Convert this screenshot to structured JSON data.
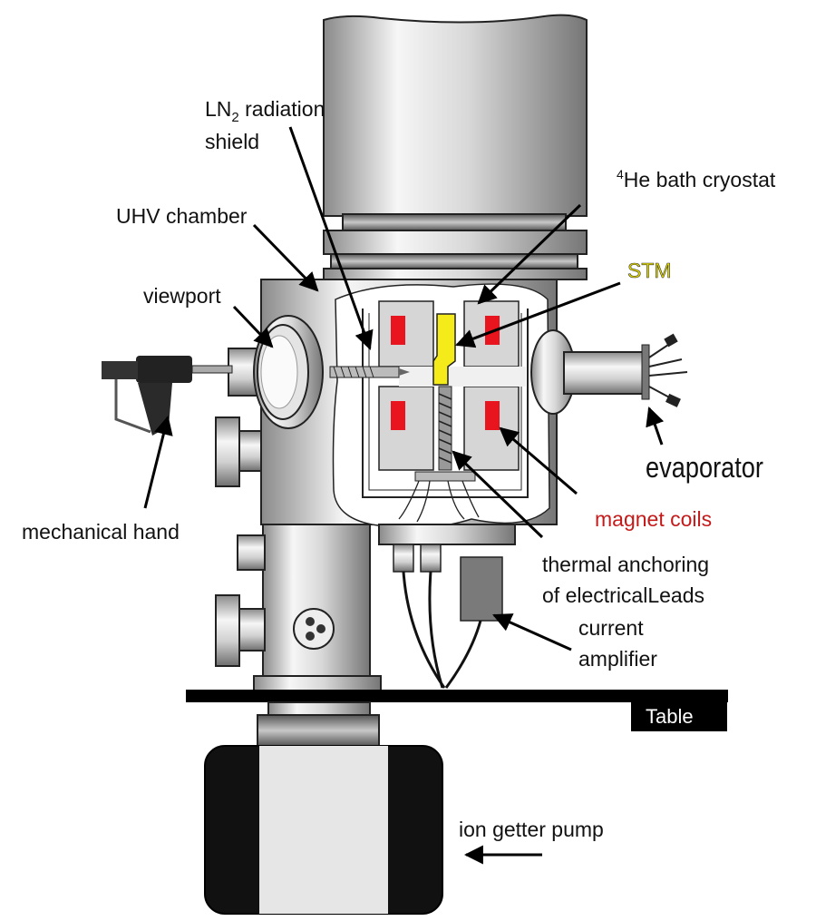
{
  "labels": {
    "ln2_main": "LN",
    "ln2_sub": "2",
    "ln2_rest": " radiation",
    "ln2_line2": "shield",
    "he_sup": "4",
    "he_text": "He bath cryostat",
    "uhv": "UHV chamber",
    "stm": "STM",
    "viewport": "viewport",
    "evaporator": "evaporator",
    "mechanical_hand": "mechanical hand",
    "magnet_coils": "magnet coils",
    "thermal_line1": "thermal anchoring",
    "thermal_line2": "of electricalLeads",
    "amplifier_line1": "current",
    "amplifier_line2": "amplifier",
    "table": "Table",
    "pump": "ion getter pump"
  },
  "colors": {
    "stm": "#f5ea1a",
    "stm_text": "#e6dc00",
    "magnet": "#e8141e",
    "magnet_text": "#c41a1a",
    "steel_dark": "#7a7a7a",
    "steel_light": "#f4f4f4",
    "pump_dark": "#111111",
    "table": "#000000"
  }
}
